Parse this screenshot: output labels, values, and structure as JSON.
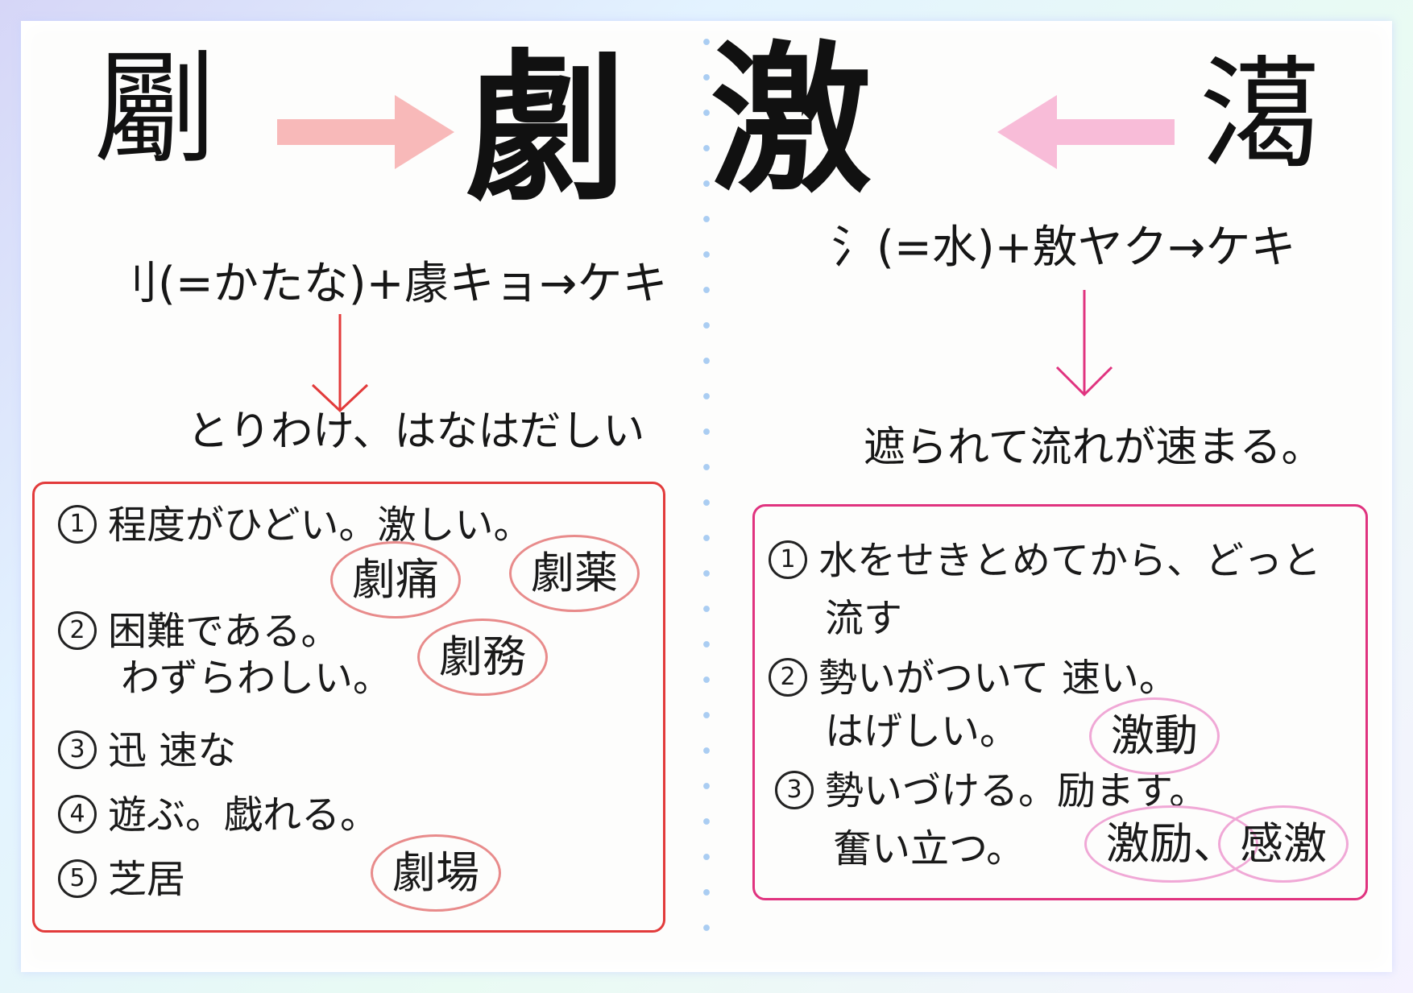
{
  "left": {
    "seal_char": "劚",
    "kanji": "劇",
    "arrow_color": "#f8b9b9",
    "formula": "刂(=かたな)+豦キョ→ケキ",
    "meaning": "とりわけ、はなはだしい",
    "box_color": "#e23b3b",
    "items": [
      {
        "num": "1",
        "text": "程度がひどい。激しい。"
      },
      {
        "num": "2",
        "text": "困難である。"
      },
      {
        "num": "",
        "text": "わずらわしい。"
      },
      {
        "num": "3",
        "text": "迅 速な"
      },
      {
        "num": "4",
        "text": "遊ぶ。戯れる。"
      },
      {
        "num": "5",
        "text": "芝居"
      }
    ],
    "examples": [
      "劇痛",
      "劇薬",
      "劇務",
      "劇場"
    ]
  },
  "right": {
    "kanji": "激",
    "seal_char": "㵧",
    "arrow_color": "#f8bcd8",
    "formula": "氵(=水)+敫ヤク→ケキ",
    "meaning": "遮られて流れが速まる。",
    "box_color": "#e0337f",
    "items": [
      {
        "num": "1",
        "text": "水をせきとめてから、どっと"
      },
      {
        "num": "",
        "text": "流す"
      },
      {
        "num": "2",
        "text": "勢いがついて 速い。"
      },
      {
        "num": "",
        "text": "はげしい。"
      },
      {
        "num": "3",
        "text": "勢いづける。励ます。"
      },
      {
        "num": "",
        "text": "奮い立つ。"
      }
    ],
    "examples": [
      "激動",
      "激励、",
      "感激"
    ]
  }
}
